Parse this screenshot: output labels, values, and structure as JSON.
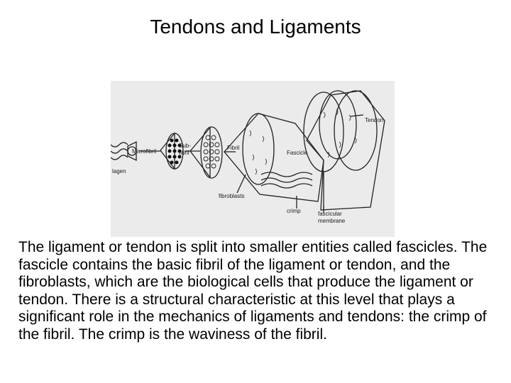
{
  "slide": {
    "title": "Tendons and Ligaments",
    "caption": "The ligament or tendon is split into smaller entities called fascicles. The fascicle contains the basic fibril of the ligament or tendon, and the fibroblasts, which are the biological cells that produce the ligament or tendon. There is a structural characteristic at this level that plays a significant role in the mechanics of ligaments and tendons: the crimp of the fibril. The crimp is the waviness of the fibril."
  },
  "figure": {
    "labels": {
      "collagen": "lagen",
      "microfibril": "Microfibril",
      "subfibril_line1": "Sub-",
      "subfibril_line2": "fibril",
      "fibril": "Fibril",
      "fascicle": "Fascicle",
      "tendon": "Tendon",
      "fibroblasts": "fibroblasts",
      "crimp": "crimp",
      "fascicular_line1": "fascicular",
      "fascicular_line2": "membrane"
    }
  }
}
